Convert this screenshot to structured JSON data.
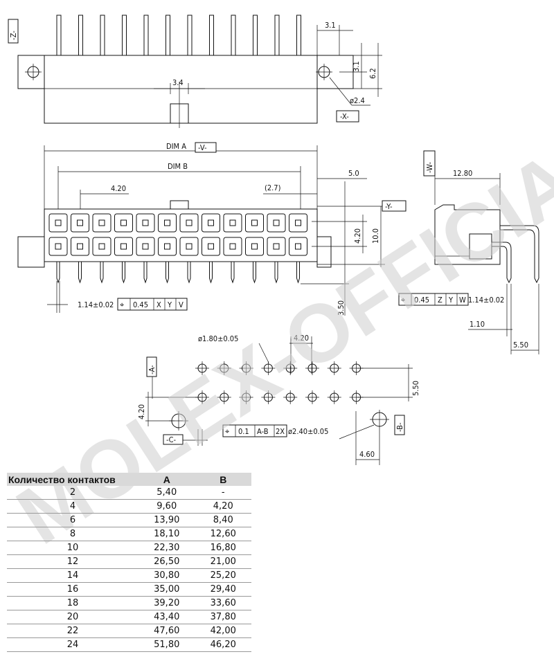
{
  "labels": {
    "z_datum": "-Z-",
    "x_datum": "-X-",
    "y_datum": "-Y-",
    "w_datum": "-W-",
    "v_datum": "-V-",
    "a_datum": "-A-",
    "b_datum": "-B-",
    "c_datum": "-C-",
    "d_3_1_h": "3.1",
    "d_3_1_v": "3.1",
    "d_6_2": "6.2",
    "d_3_4": "3.4",
    "d_hole": "ø2.4",
    "dim_a": "DIM  A",
    "dim_b": "DIM  B",
    "d_4_20_top": "4.20",
    "d_2_7": "(2.7)",
    "d_5_0": "5.0",
    "d_4_20_v": "4.20",
    "d_10_0": "10.0",
    "d_3_50": "3.50",
    "d_1_14": "1.14±0.02",
    "tol_v": [
      "⌖",
      "0.45",
      "X",
      "Y",
      "V"
    ],
    "d_12_80": "12.80",
    "tol_w": [
      "⌖",
      "0.45",
      "Z",
      "Y",
      "W"
    ],
    "d_w_tail": "1.14±0.02",
    "d_1_10": "1.10",
    "d_5_50_side": "5.50",
    "d_hole_small": "ø1.80±0.05",
    "d_4_20_pcb": "4.20",
    "d_5_50_pcb": "5.50",
    "d_4_20_pcb_v": "4.20",
    "tol_ab": [
      "⌖",
      "0.1",
      "A-B",
      "2X"
    ],
    "d_hole_big": "ø2.40±0.05",
    "d_4_60": "4.60"
  },
  "watermark": "MOLEX-OFFICIAL.RU",
  "table": {
    "headers": [
      "Количество контактов",
      "A",
      "B"
    ],
    "rows": [
      [
        "2",
        "5,40",
        "-"
      ],
      [
        "4",
        "9,60",
        "4,20"
      ],
      [
        "6",
        "13,90",
        "8,40"
      ],
      [
        "8",
        "18,10",
        "12,60"
      ],
      [
        "10",
        "22,30",
        "16,80"
      ],
      [
        "12",
        "26,50",
        "21,00"
      ],
      [
        "14",
        "30,80",
        "25,20"
      ],
      [
        "16",
        "35,00",
        "29,40"
      ],
      [
        "18",
        "39,20",
        "33,60"
      ],
      [
        "20",
        "43,40",
        "37,80"
      ],
      [
        "22",
        "47,60",
        "42,00"
      ],
      [
        "24",
        "51,80",
        "46,20"
      ]
    ]
  }
}
